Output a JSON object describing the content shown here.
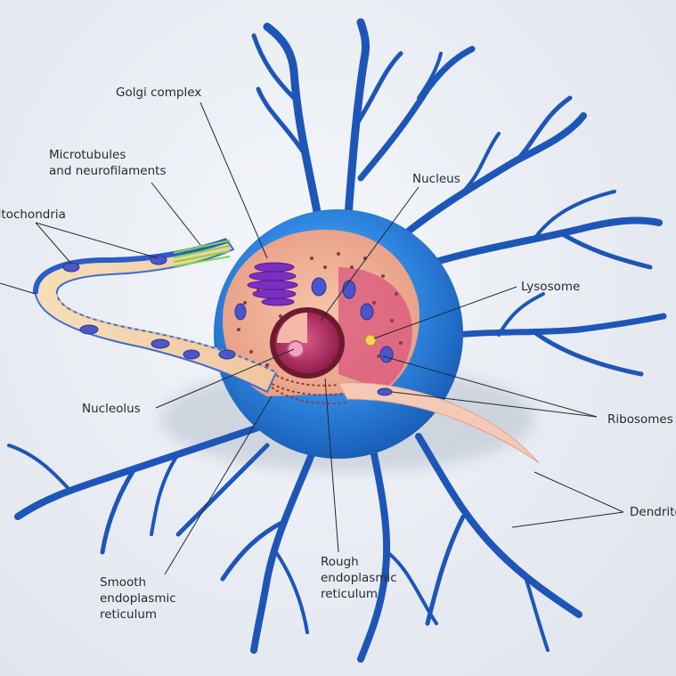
{
  "labels": {
    "golgi": "Golgi complex",
    "microtubules": "Microtubules\nand neurofilaments",
    "mitochondria": "Mitochondria",
    "nucleus": "Nucleus",
    "lysosome": "Lysosome",
    "nucleolus": "Nucleolus",
    "ribosomes": "Ribosomes",
    "dendrites": "Dendrites",
    "smooth_er": "Smooth\nendoplasmic\nreticulum",
    "rough_er": "Rough\nendoplasmic\nreticulum"
  },
  "colors": {
    "dendrite": "#1e56b8",
    "soma": "#2f86e0",
    "cytoplasm": "#f1b89a",
    "axon": "#f4d6b0",
    "golgi": "#7b2fbf",
    "nucleus": "#b8306c",
    "mitochondria": "#4b56c8",
    "microtubule": "#7fd83a"
  }
}
